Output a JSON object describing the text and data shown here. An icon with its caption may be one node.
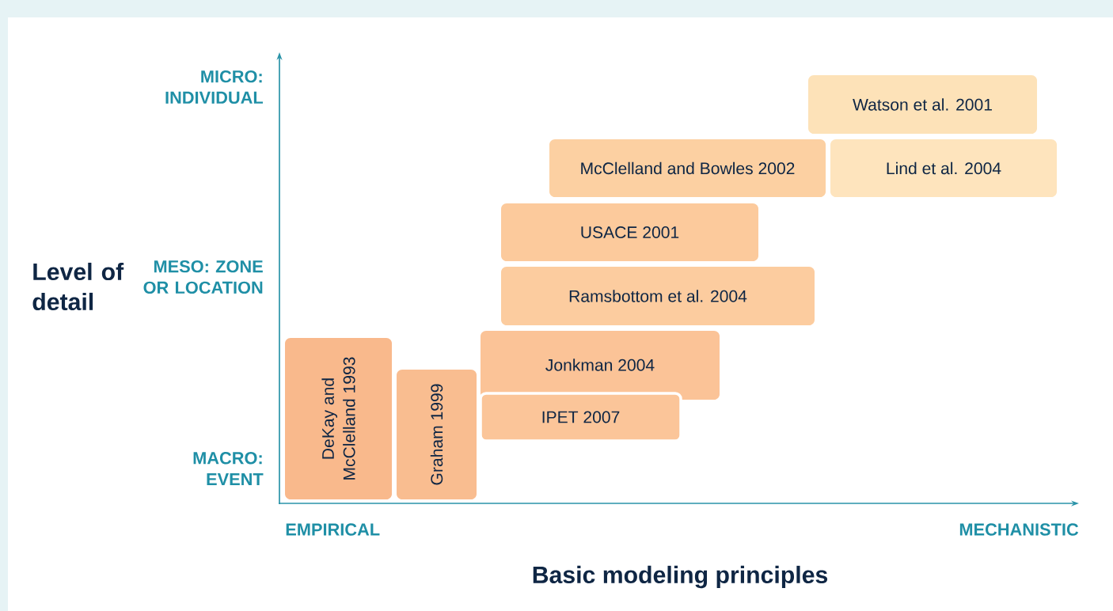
{
  "diagram": {
    "nodes": [
      {
        "text": [
          "Watson et al. 2001"
        ]
      },
      {
        "text": [
          "McClelland and Bowles 2002"
        ]
      },
      {
        "text": [
          "Lind et al. 2004"
        ]
      },
      {
        "text": [
          "USACE 2001"
        ]
      },
      {
        "text": [
          "Ramsbottom et al. 2004"
        ]
      },
      {
        "text": [
          "Jonkman 2004"
        ]
      },
      {
        "text": [
          "DeKay and McClelland 1993"
        ]
      },
      {
        "text": [
          "Graham 1999"
        ]
      },
      {
        "text": [
          "IPET 2007"
        ]
      }
    ],
    "labels": [
      "MICRO: INDIVIDUAL",
      "Level of detail",
      "MESO: ZONE OR LOCATION",
      "MACRO: EVENT",
      "EMPIRICAL",
      "MECHANISTIC",
      "Basic modeling principles"
    ]
  }
}
